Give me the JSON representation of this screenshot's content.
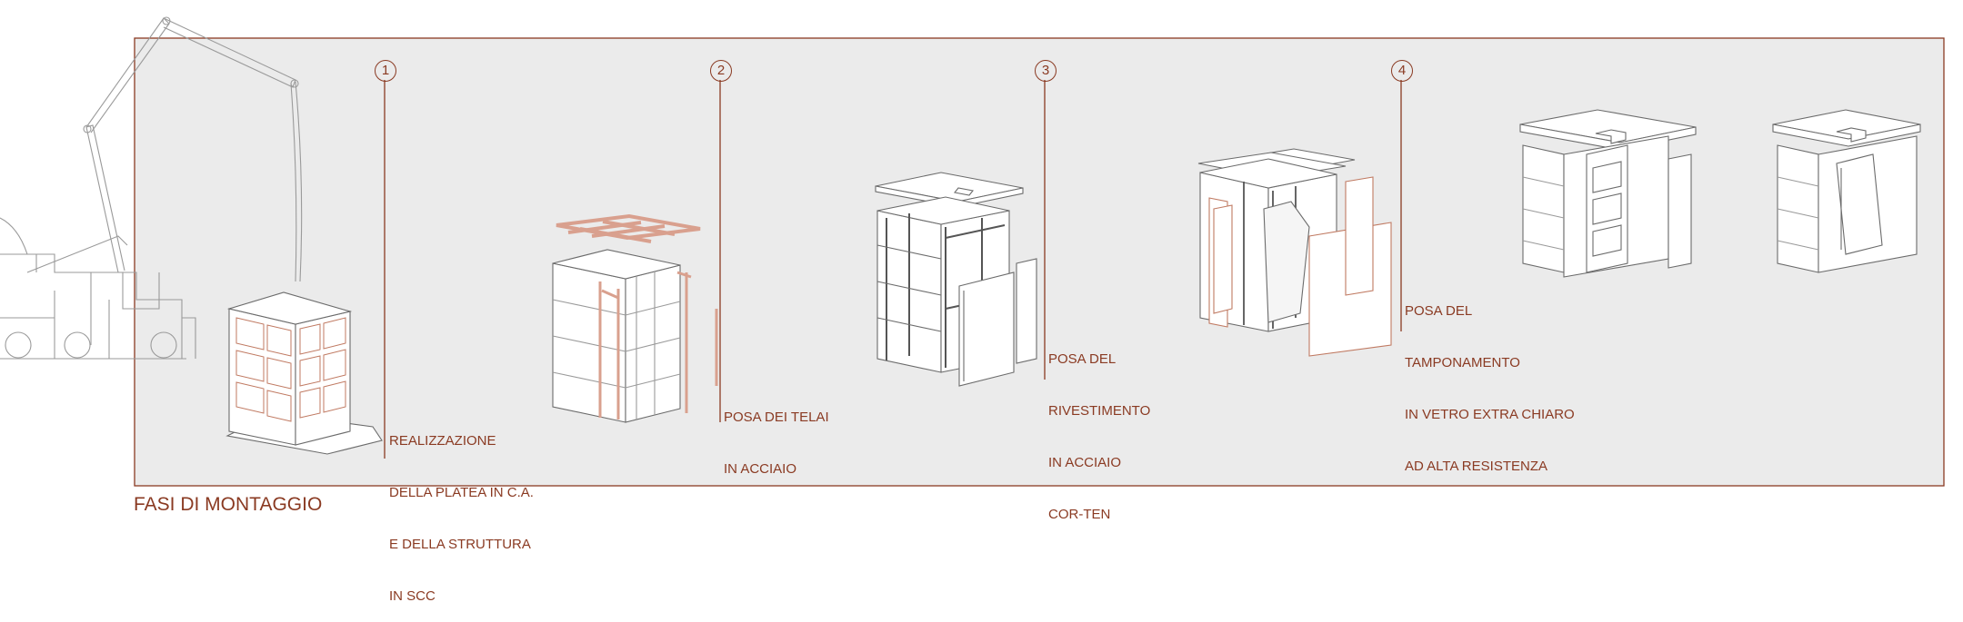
{
  "title": "FASI DI MONTAGGIO",
  "colors": {
    "accent": "#8a3a22",
    "panel_bg": "#ebebeb",
    "line": "#6b6b6b",
    "steel": "#d9a08e"
  },
  "phases": [
    {
      "number": "1",
      "lines": [
        "REALIZZAZIONE",
        "DELLA PLATEA IN C.A.",
        "E DELLA STRUTTURA",
        "IN SCC"
      ]
    },
    {
      "number": "2",
      "lines": [
        "POSA DEI TELAI",
        "IN ACCIAIO"
      ]
    },
    {
      "number": "3",
      "lines": [
        "POSA DEL",
        "RIVESTIMENTO",
        "IN ACCIAIO",
        "COR-TEN"
      ]
    },
    {
      "number": "4",
      "lines": [
        "POSA DEL",
        "TAMPONAMENTO",
        "IN VETRO EXTRA CHIARO",
        "AD ALTA RESISTENZA"
      ]
    }
  ]
}
